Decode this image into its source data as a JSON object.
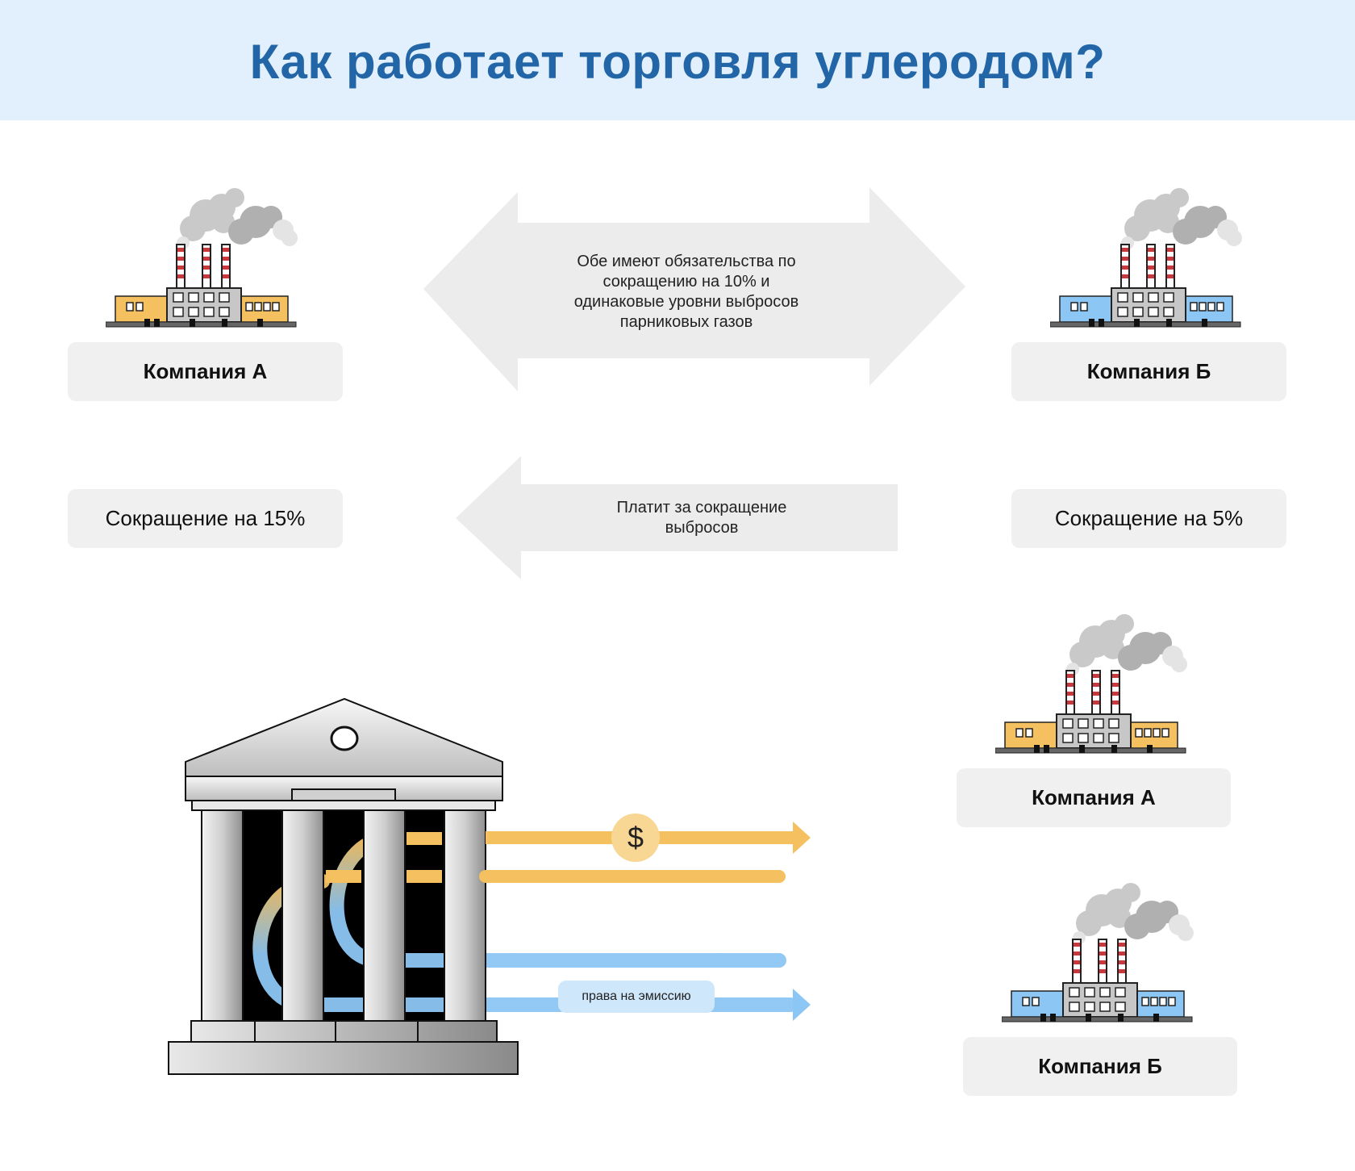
{
  "title": "Как работает торговля углеродом?",
  "top_arrow_text": "Обе имеют обязательства по сокращению на 10% и одинаковые уровни выбросов парниковых газов",
  "companies": {
    "a_top": "Компания А",
    "b_top": "Компания Б",
    "a_bottom": "Компания А",
    "b_bottom": "Компания Б"
  },
  "reductions": {
    "a": "Сокращение на 15%",
    "b": "Сокращение на 5%"
  },
  "payment_arrow_text": "Платит за сокращение выбросов",
  "currency_symbol": "$",
  "emission_rights_label": "права на эмиссию",
  "colors": {
    "title": "#2266a8",
    "header_bg": "#e1f0fc",
    "company_a": "#f5c060",
    "company_b": "#8cc6f4",
    "money_flow": "#f5c060",
    "rights_flow": "#8cc6f4",
    "arrow_bg": "#ececec"
  },
  "icons": [
    "factory-icon",
    "smoke-icon",
    "bank-building-icon",
    "dollar-icon"
  ]
}
